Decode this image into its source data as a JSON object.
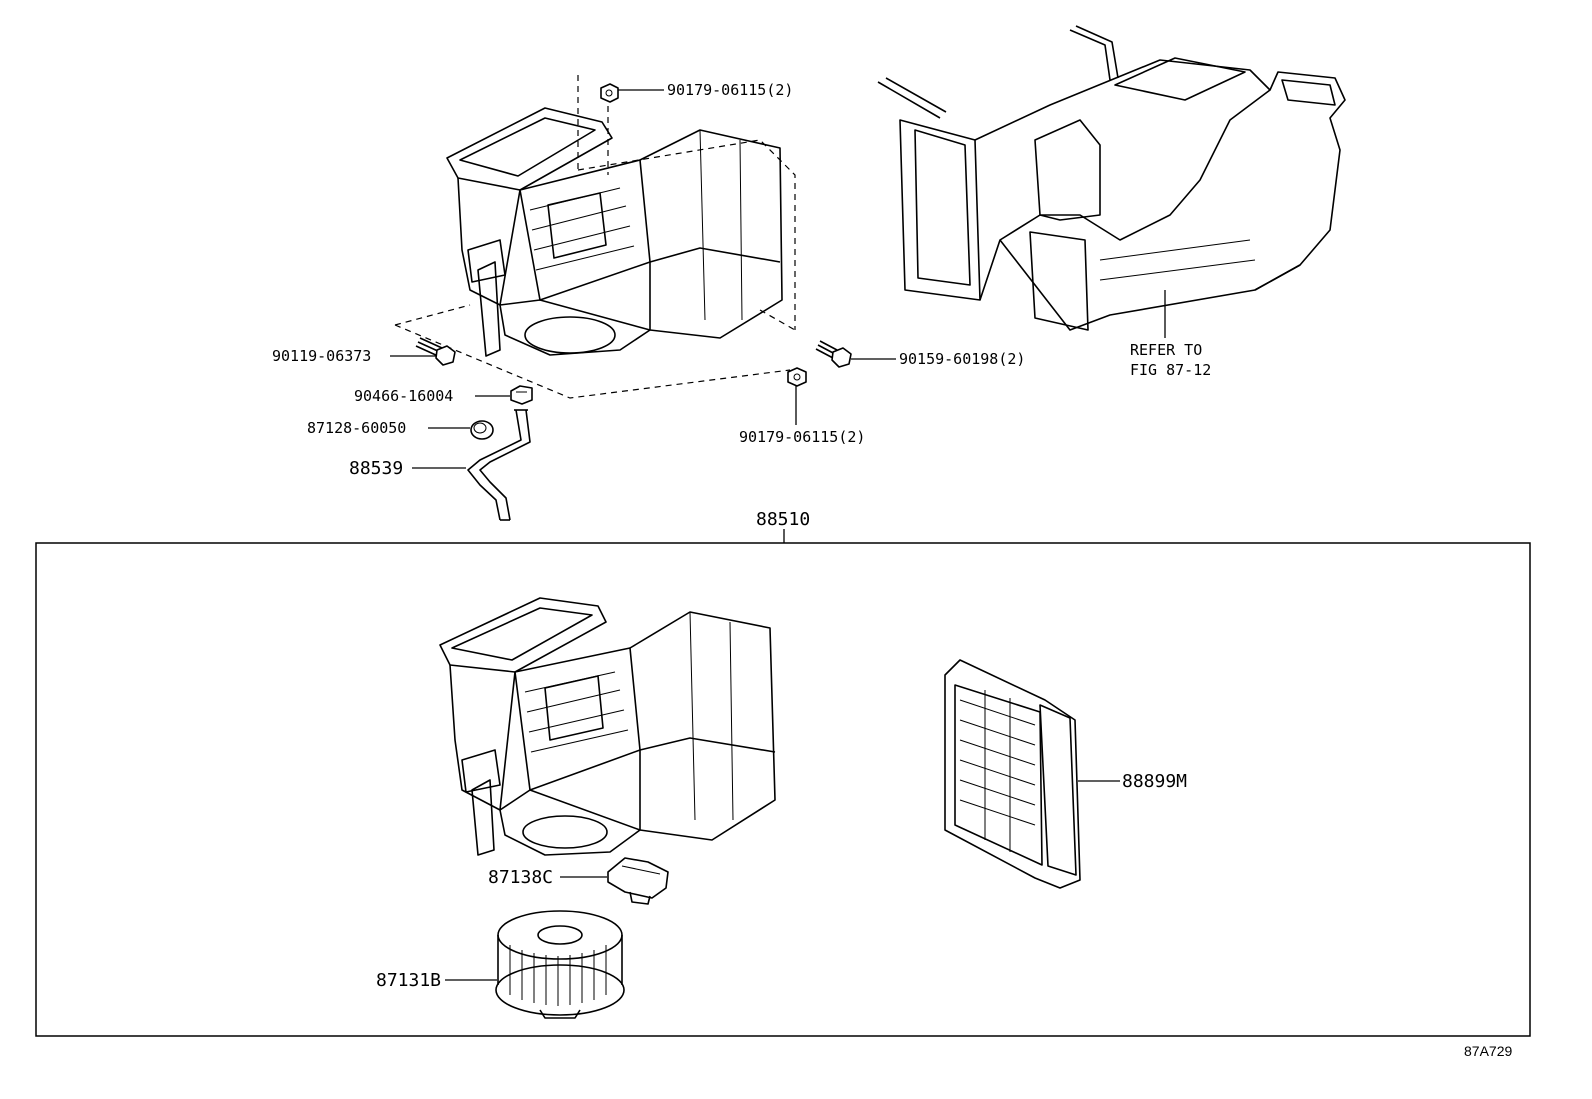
{
  "callouts": {
    "nut_top": "90179-06115(2)",
    "nut_bottom": "90179-06115(2)",
    "bolt_left": "90119-06373",
    "bolt_right": "90159-60198(2)",
    "clamp": "90466-16004",
    "grommet": "87128-60050",
    "drain_hose": "88539",
    "refer_line1": "REFER TO",
    "refer_line2": "FIG 87-12",
    "blower_assembly": "88510",
    "filter": "88899M",
    "resistor": "87138C",
    "motor": "87131B"
  },
  "figure_number": "87A729",
  "icons": [
    "bolt-icon",
    "nut-icon",
    "clamp-icon",
    "grommet-icon",
    "hose-icon",
    "blower-unit-icon",
    "heater-unit-icon",
    "air-filter-icon",
    "resistor-icon",
    "fan-motor-icon"
  ]
}
